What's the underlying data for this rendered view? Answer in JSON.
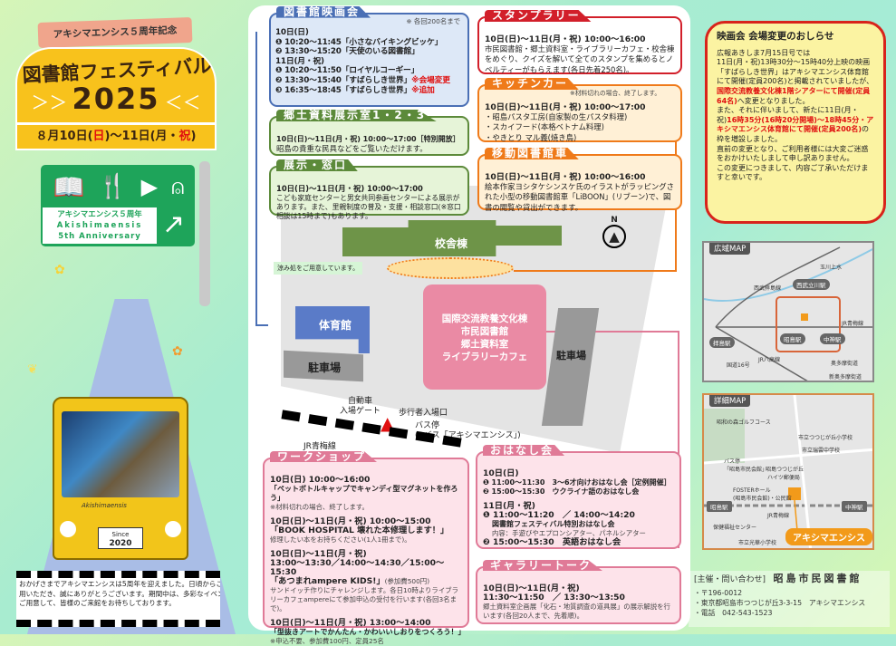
{
  "logo": {
    "ribbon": "アキシマエンシス５周年記念",
    "title": "図書館フェスティバル",
    "year": "2025",
    "arrows_left": "＞＞",
    "arrows_right": "＜＜",
    "date_pre": "８月10日(",
    "date_sun": "日",
    "date_mid": ")〜11日(月・",
    "date_hol": "祝",
    "date_post": ")"
  },
  "sign": {
    "line1": "アキシマエンシス５周年",
    "line2": "Akishimaensis",
    "line3": "5th Anniversary",
    "icons": [
      "book-icon",
      "fork-knife-icon",
      "movie-clapper-icon",
      "stamp-icon"
    ]
  },
  "bus": {
    "name": "Akishimaensis",
    "since": "Since",
    "since_year": "2020"
  },
  "message": {
    "lines": [
      "おかげさまでアキシマエンシスは5周年を迎えました。日頃からご利",
      "用いただき、誠にありがとうございます。期間中は、多彩なイベントを",
      "ご用意して、皆様のご来館をお待ちしております。"
    ]
  },
  "film": {
    "title": "図書館映画会",
    "note": "※ 各回200名まで",
    "day1": "10日(日)",
    "d1": [
      "❶ 10:20〜11:45「小さなバイキングビッケ」",
      "❷ 13:30〜15:20「天使のいる図書館」"
    ],
    "day2": "11日(月・祝)",
    "d2a": "❶ 10:20〜11:50「ロイヤルコーギー」",
    "d2b": "❷ 13:30〜15:40「すばらしき世界」",
    "d2b_red": "※会場変更",
    "d2c": "❸ 16:35〜18:45「すばらしき世界」",
    "d2c_red": "※追加"
  },
  "kyodo": {
    "title": "郷土資料展示室1・2・3",
    "time": "10日(日)〜11日(月・祝) 10:00〜17:00［特別開放］",
    "desc": "昭島の貴重な民具などをご覧いただけます。"
  },
  "tenji": {
    "title": "展示・窓口",
    "time": "10日(日)〜11日(月・祝) 10:00〜17:00",
    "desc": "こども家庭センターと男女共同参画センターによる展示があります。また、里親制度の普及・支援・相談窓口(※窓口相談は15時まで)もあります。"
  },
  "stamp": {
    "title": "スタンプラリー",
    "time": "10日(日)〜11日(月・祝) 10:00〜16:00",
    "desc": "市民図書館・郷土資料室・ライブラリーカフェ・校舎棟をめぐり、クイズを解いて全てのスタンプを集めるとノベルティーがもらえます(各日先着250名)。"
  },
  "kitchen": {
    "title": "キッチンカー",
    "note": "※材料切れの場合、終了します。",
    "time": "10日(日)〜11日(月・祝) 10:00〜17:00",
    "items": [
      "・昭島パスタ工房(自家製の生パスタ料理)",
      "・スカイフード(本格ベトナム料理)",
      "・やきとり マル義(焼き鳥)"
    ]
  },
  "mobile": {
    "title": "移動図書館車",
    "time": "10日(日)〜11日(月・祝) 10:00〜16:00",
    "desc": "絵本作家ヨシタケシンスケ氏のイラストがラッピングされた小型の移動図書館車「LiBOON」(リブーン)で、図書の閲覧や貸出ができます。"
  },
  "site_map": {
    "school": "校舎棟",
    "rest_note": "涼み処をご用意しています。",
    "gym": "体育館",
    "parking1": "駐車場",
    "parking2": "駐車場",
    "main_bldg": [
      "国際交流教養文化棟",
      "市民図書館",
      "郷土資料室",
      "ライブラリーカフェ"
    ],
    "car_gate": [
      "自動車",
      "入場ゲート"
    ],
    "ped_gate": "歩行者入場口",
    "bus_stop": [
      "バス停",
      "(Aバス「アキシマエンシス」)"
    ],
    "rail": "JR青梅線",
    "north": "N"
  },
  "workshop": {
    "title": "ワークショップ",
    "items": [
      {
        "time": "10日(日) 10:00〜16:00",
        "name": "「ペットボトルキャップでキャンディ型マグネットを作ろう」",
        "note": "※材料切れの場合、終了します。"
      },
      {
        "time": "10日(日)〜11日(月・祝) 10:00〜15:00",
        "name": "「BOOK HOSPITAL 壊れた本修理します！」",
        "note": "修理したい本をお持ちください(1人1冊まで)。"
      },
      {
        "time": "10日(日)〜11日(月・祝)",
        "time2": "13:00〜13:30／14:00〜14:30／15:00〜15:30",
        "name": "「あつまれampere KIDS!」",
        "fee": "(参加費500円)",
        "note": "サンドイッチ作りにチャレンジします。各日10時よりライブラリーカフェampereにて参加申込の受付を行います(各回3名まで)。"
      },
      {
        "time": "10日(日)〜11日(月・祝) 13:00〜14:00",
        "name": "「型抜きアートでかんたん・かわいいしおりをつくろう！」",
        "note": "※申込不要、参加費100円、定員25名"
      }
    ]
  },
  "ohanashi": {
    "title": "おはなし会",
    "day1": "10日(日)",
    "d1": [
      "❶ 11:00〜11:30　3〜6才向けおはなし会［定例開催］",
      "❷ 15:00〜15:30　ウクライナ語のおはなし会"
    ],
    "day2": "11日(月・祝)",
    "d2a": "❶ 11:00〜11:20　／ 14:00〜14:20",
    "d2a_name": "図書館フェスティバル特別おはなし会",
    "d2a_note": "内容：手遊びやエプロンシアター、パネルシアター",
    "d2b": "❷ 15:00〜15:30　英語おはなし会"
  },
  "gallery": {
    "title": "ギャラリートーク",
    "time1": "10日(日)〜11日(月・祝)",
    "time2": "11:30〜11:50　／ 13:30〜13:50",
    "desc": "郷土資料室企画展「化石・地質調査の道具展」の展示解説を行います(各回20人まで、先着順)。"
  },
  "notice": {
    "title": "映画会 会場変更のおしらせ",
    "p1": "広報あきしま7月15日号では",
    "p1b": "11日(月・祝)13時30分〜15時40分上映の映画「すばらしき世界」はアキシマエンシス体育館にて開催(定員200名)と掲載されていましたが、",
    "p1r": "国際交流教養文化棟1階シアターにて開催(定員64名)",
    "p1c": "へ変更となりました。",
    "p2a": "また、それに伴いまして、新たに11日(月・祝)",
    "p2r": "16時35分(16時20分開場)〜18時45分・アキシマエンシス体育館にて開催(定員200名)",
    "p2c": "の枠を増設しました。",
    "p3": "直前の変更となり、ご利用者様には大変ご迷惑をおかけいたしまして申し訳ありません。",
    "p4": "この変更につきまして、内容ご了承いただけますと幸いです。"
  },
  "wide_map": {
    "label": "広域MAP",
    "labels": [
      "玉川上水",
      "西武拝島線",
      "西武立川駅",
      "JR青梅線",
      "拝島駅",
      "昭島駅",
      "中神駅",
      "JR八高線",
      "国道16号",
      "奥多摩街道",
      "新奥多摩街道"
    ]
  },
  "detail_map": {
    "label": "詳細MAP",
    "labels": [
      "昭和の森ゴルフコース",
      "市立つつじが丘小学校",
      "市立瑞雲中学校",
      "バス停",
      "「昭島市民会館」",
      "昭島つつじが丘",
      "ハイツ郵便局",
      "FOSTERホール",
      "(昭島市民会館)・公民館",
      "昭島駅",
      "中神駅",
      "JR青梅線",
      "保健福祉センター",
      "市立光華小学校"
    ],
    "destination": "アキシマエンシス"
  },
  "contact": {
    "label": "[主催・問い合わせ]",
    "org": "昭島市民図書館",
    "lines": [
      "・〒196-0012",
      "・東京都昭島市つつじが丘3-3-15　アキシマエンシス",
      "・電話　042-543-1523"
    ]
  },
  "colors": {
    "film": "#4a6fb5",
    "kyodo": "#5c8a3a",
    "stamp": "#d21f2a",
    "kitchen": "#ef7a1a",
    "pink": "#e07a97",
    "logo_yellow": "#f8c21c",
    "sign_green": "#1ea45a"
  }
}
